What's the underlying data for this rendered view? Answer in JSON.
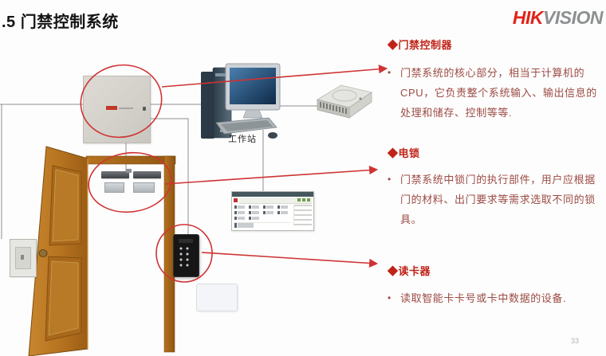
{
  "slide": {
    "title": ".5 门禁控制系统",
    "page_number": "33"
  },
  "logo": {
    "hik": "HIK",
    "vision": "VISION"
  },
  "diagram": {
    "workstation_label": "工作站",
    "components": {
      "controller": "access-controller-box",
      "workstation": "workstation-computer",
      "switch": "network-switch",
      "software": "management-software-window",
      "door": "open-wooden-door",
      "locks": "magnetic-electric-locks",
      "reader": "card-reader-keypad",
      "card": "access-card",
      "exit_button": "exit-button"
    }
  },
  "sections": [
    {
      "heading": "◆门禁控制器",
      "marker": "•",
      "bullet": "门禁系统的核心部分，相当于计算机的CPU，它负责整个系统输入、输出信息的处理和储存、控制等等."
    },
    {
      "heading": "◆电锁",
      "marker": "•",
      "bullet": "门禁系统中锁门的执行部件，用户应根据门的材料、出门要求等需求选取不同的锁具。"
    },
    {
      "heading": "◆读卡器",
      "marker": "•",
      "bullet": "读取智能卡卡号或卡中数据的设备."
    }
  ],
  "colors": {
    "heading_red": "#c02318",
    "body_text": "#9c4b44",
    "annotation_red": "#cf3333",
    "logo_red": "#e2231a",
    "logo_gray": "#8d9091",
    "line_gray": "#8f8f8f",
    "door_brown": "#b5731f"
  }
}
